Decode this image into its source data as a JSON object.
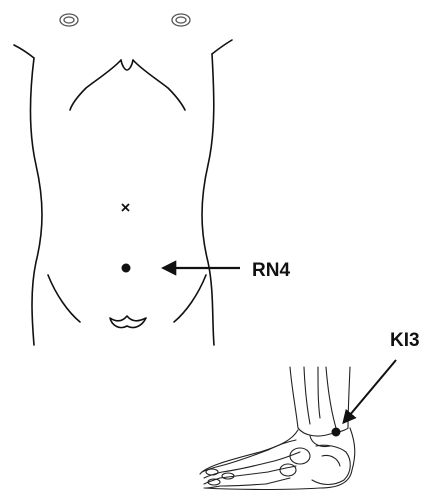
{
  "labels": {
    "point_abdomen": "RN4",
    "point_ankle": "KI3"
  },
  "colors": {
    "ink": "#111111",
    "background": "#ffffff"
  },
  "icons": {
    "nipple": "concentric-circles",
    "navel": "x-mark",
    "acupoint": "filled-dot",
    "pointer": "arrow"
  }
}
